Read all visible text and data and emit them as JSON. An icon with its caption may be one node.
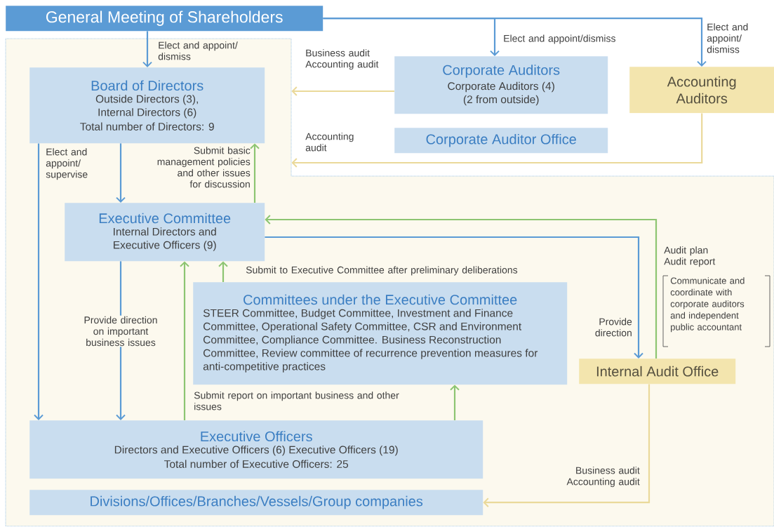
{
  "diagram": {
    "nodes": [
      {
        "text": [
          "General Meeting of Shareholders"
        ]
      },
      {
        "text": [],
        "shape": "box"
      },
      {
        "text": [
          "Board of Directors",
          "Outside Directors (3), Internal Directors (6)",
          "Total number of Directors: 9"
        ],
        "in": 1
      },
      {
        "text": [
          "Corporate Auditors",
          "Corporate Auditors (4) (2 from outside)"
        ]
      },
      {
        "text": [
          "Corporate Auditor Office"
        ]
      },
      {
        "text": [
          "Accounting Auditors"
        ]
      },
      {
        "text": [
          "Executive Committee",
          "Internal Directors and Executive Officers (9)"
        ],
        "in": 1
      },
      {
        "text": [
          "Committees under the Executive Committee",
          "STEER Committee, Budget Committee, Investment and Finance Committee, Operational Safety Committee, CSR and Environment Committee, Compliance Committee. Business Reconstruction Committee, Review committee of recurrence prevention measures for anti-competitive practices"
        ],
        "in": 1
      },
      {
        "text": [
          "Internal Audit Office"
        ],
        "in": 1
      },
      {
        "text": [
          "Executive Officers",
          "Directors and Executive Officers (6) Executive Officers (19)",
          "Total number of Executive Officers: 25"
        ],
        "in": 1
      },
      {
        "text": [
          "Divisions/Offices/Branches/Vessels/Group companies"
        ],
        "in": 1
      }
    ],
    "edges": [
      {
        "from": 0,
        "to": 2,
        "arrow": "to",
        "label": "Elect and appoint/ dismiss"
      },
      {
        "from": 0,
        "to": 3,
        "arrow": "to",
        "label": "Elect and appoint/dismiss"
      },
      {
        "from": 0,
        "to": 5,
        "arrow": "to",
        "label": "Elect and appoint/ dismiss"
      },
      {
        "from": 3,
        "to": 1,
        "arrow": "to",
        "label": "Business audit Accounting audit",
        "color": "#ead99a"
      },
      {
        "from": 5,
        "to": 1,
        "arrow": "to",
        "label": "Accounting audit",
        "color": "#ead99a"
      },
      {
        "from": 2,
        "to": 9,
        "arrow": "to",
        "label": "Elect and appoint/ supervise"
      },
      {
        "from": 2,
        "to": 6,
        "arrow": "to"
      },
      {
        "from": 6,
        "to": 2,
        "arrow": "to",
        "label": "Submit basic management policies and other issues for discussion",
        "color": "#8dc572"
      },
      {
        "from": 8,
        "to": 6,
        "arrow": "to",
        "label": "Audit plan Audit report",
        "color": "#8dc572"
      },
      {
        "from": 6,
        "to": 8,
        "arrow": "to",
        "label": "Provide direction"
      },
      {
        "from": 7,
        "to": 6,
        "arrow": "to",
        "label": "Submit to Executive Committee after preliminary deliberations",
        "color": "#8dc572"
      },
      {
        "from": 6,
        "to": 9,
        "arrow": "to",
        "label": "Provide direction on important business issues"
      },
      {
        "from": 9,
        "to": 6,
        "arrow": "to",
        "label": "Submit report on important business and other issues",
        "color": "#8dc572"
      },
      {
        "from": 9,
        "to": 7,
        "arrow": "to",
        "color": "#8dc572"
      },
      {
        "from": 8,
        "to": 10,
        "arrow": "to",
        "label": "Business audit Accounting audit",
        "color": "#ead99a"
      }
    ],
    "labels": [
      "Communicate and coordinate with corporate auditors and independent public accountant"
    ]
  }
}
